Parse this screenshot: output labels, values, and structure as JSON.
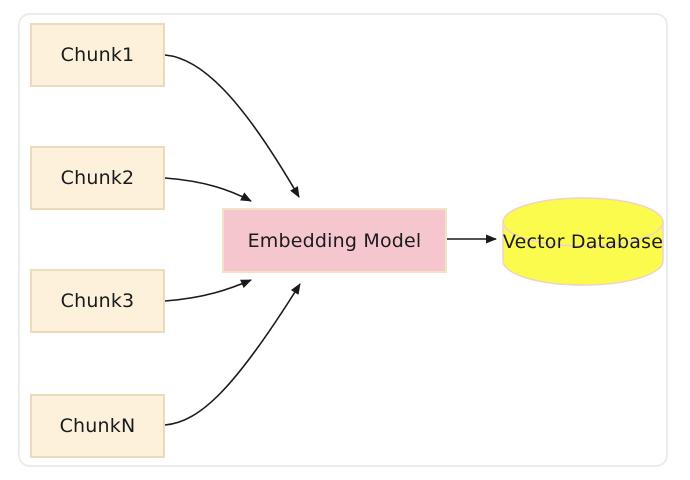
{
  "diagram": {
    "type": "flow-diagram",
    "description": "Document chunks fed into an embedding model which stores vectors in a vector database",
    "nodes": {
      "chunks": [
        {
          "id": "chunk1",
          "label": "Chunk1",
          "shape": "rectangle"
        },
        {
          "id": "chunk2",
          "label": "Chunk2",
          "shape": "rectangle"
        },
        {
          "id": "chunk3",
          "label": "Chunk3",
          "shape": "rectangle"
        },
        {
          "id": "chunkN",
          "label": "ChunkN",
          "shape": "rectangle"
        }
      ],
      "embedding_model": {
        "id": "embedding_model",
        "label": "Embedding Model",
        "shape": "rectangle"
      },
      "vector_database": {
        "id": "vector_database",
        "label": "Vector Database",
        "shape": "cylinder"
      }
    },
    "edges": [
      {
        "from": "chunk1",
        "to": "embedding_model",
        "style": "curved-arrow"
      },
      {
        "from": "chunk2",
        "to": "embedding_model",
        "style": "curved-arrow"
      },
      {
        "from": "chunk3",
        "to": "embedding_model",
        "style": "curved-arrow"
      },
      {
        "from": "chunkN",
        "to": "embedding_model",
        "style": "curved-arrow"
      },
      {
        "from": "embedding_model",
        "to": "vector_database",
        "style": "straight-arrow"
      }
    ],
    "colors": {
      "chunk_fill": "#fdf1dc",
      "chunk_border": "#ecdbbb",
      "embedding_fill": "#f6c6ce",
      "embedding_border": "#f2e3c5",
      "database_fill": "#fbfb4d",
      "database_border": "#eed3c7",
      "arrow": "#1a1a1a",
      "frame_border": "#ececec",
      "text": "#1b1b1b"
    }
  }
}
